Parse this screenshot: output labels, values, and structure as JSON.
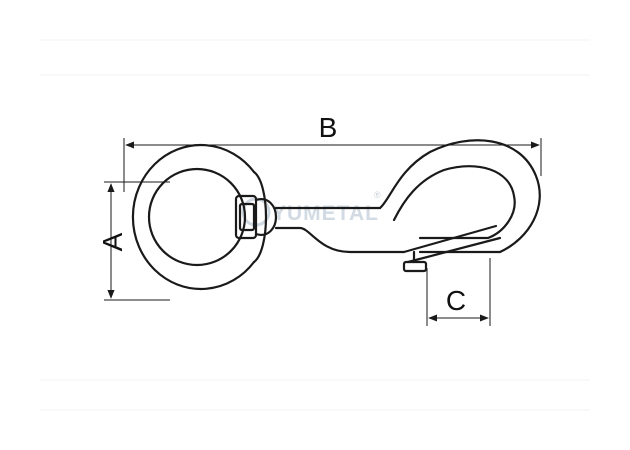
{
  "dimensions": {
    "a": "A",
    "b": "B",
    "c": "C"
  },
  "watermark": {
    "text": "YUMETAL",
    "mark": "®"
  },
  "colors": {
    "line": "#1a1a1a",
    "watermark": "#d2dbe3",
    "background": "#ffffff"
  }
}
